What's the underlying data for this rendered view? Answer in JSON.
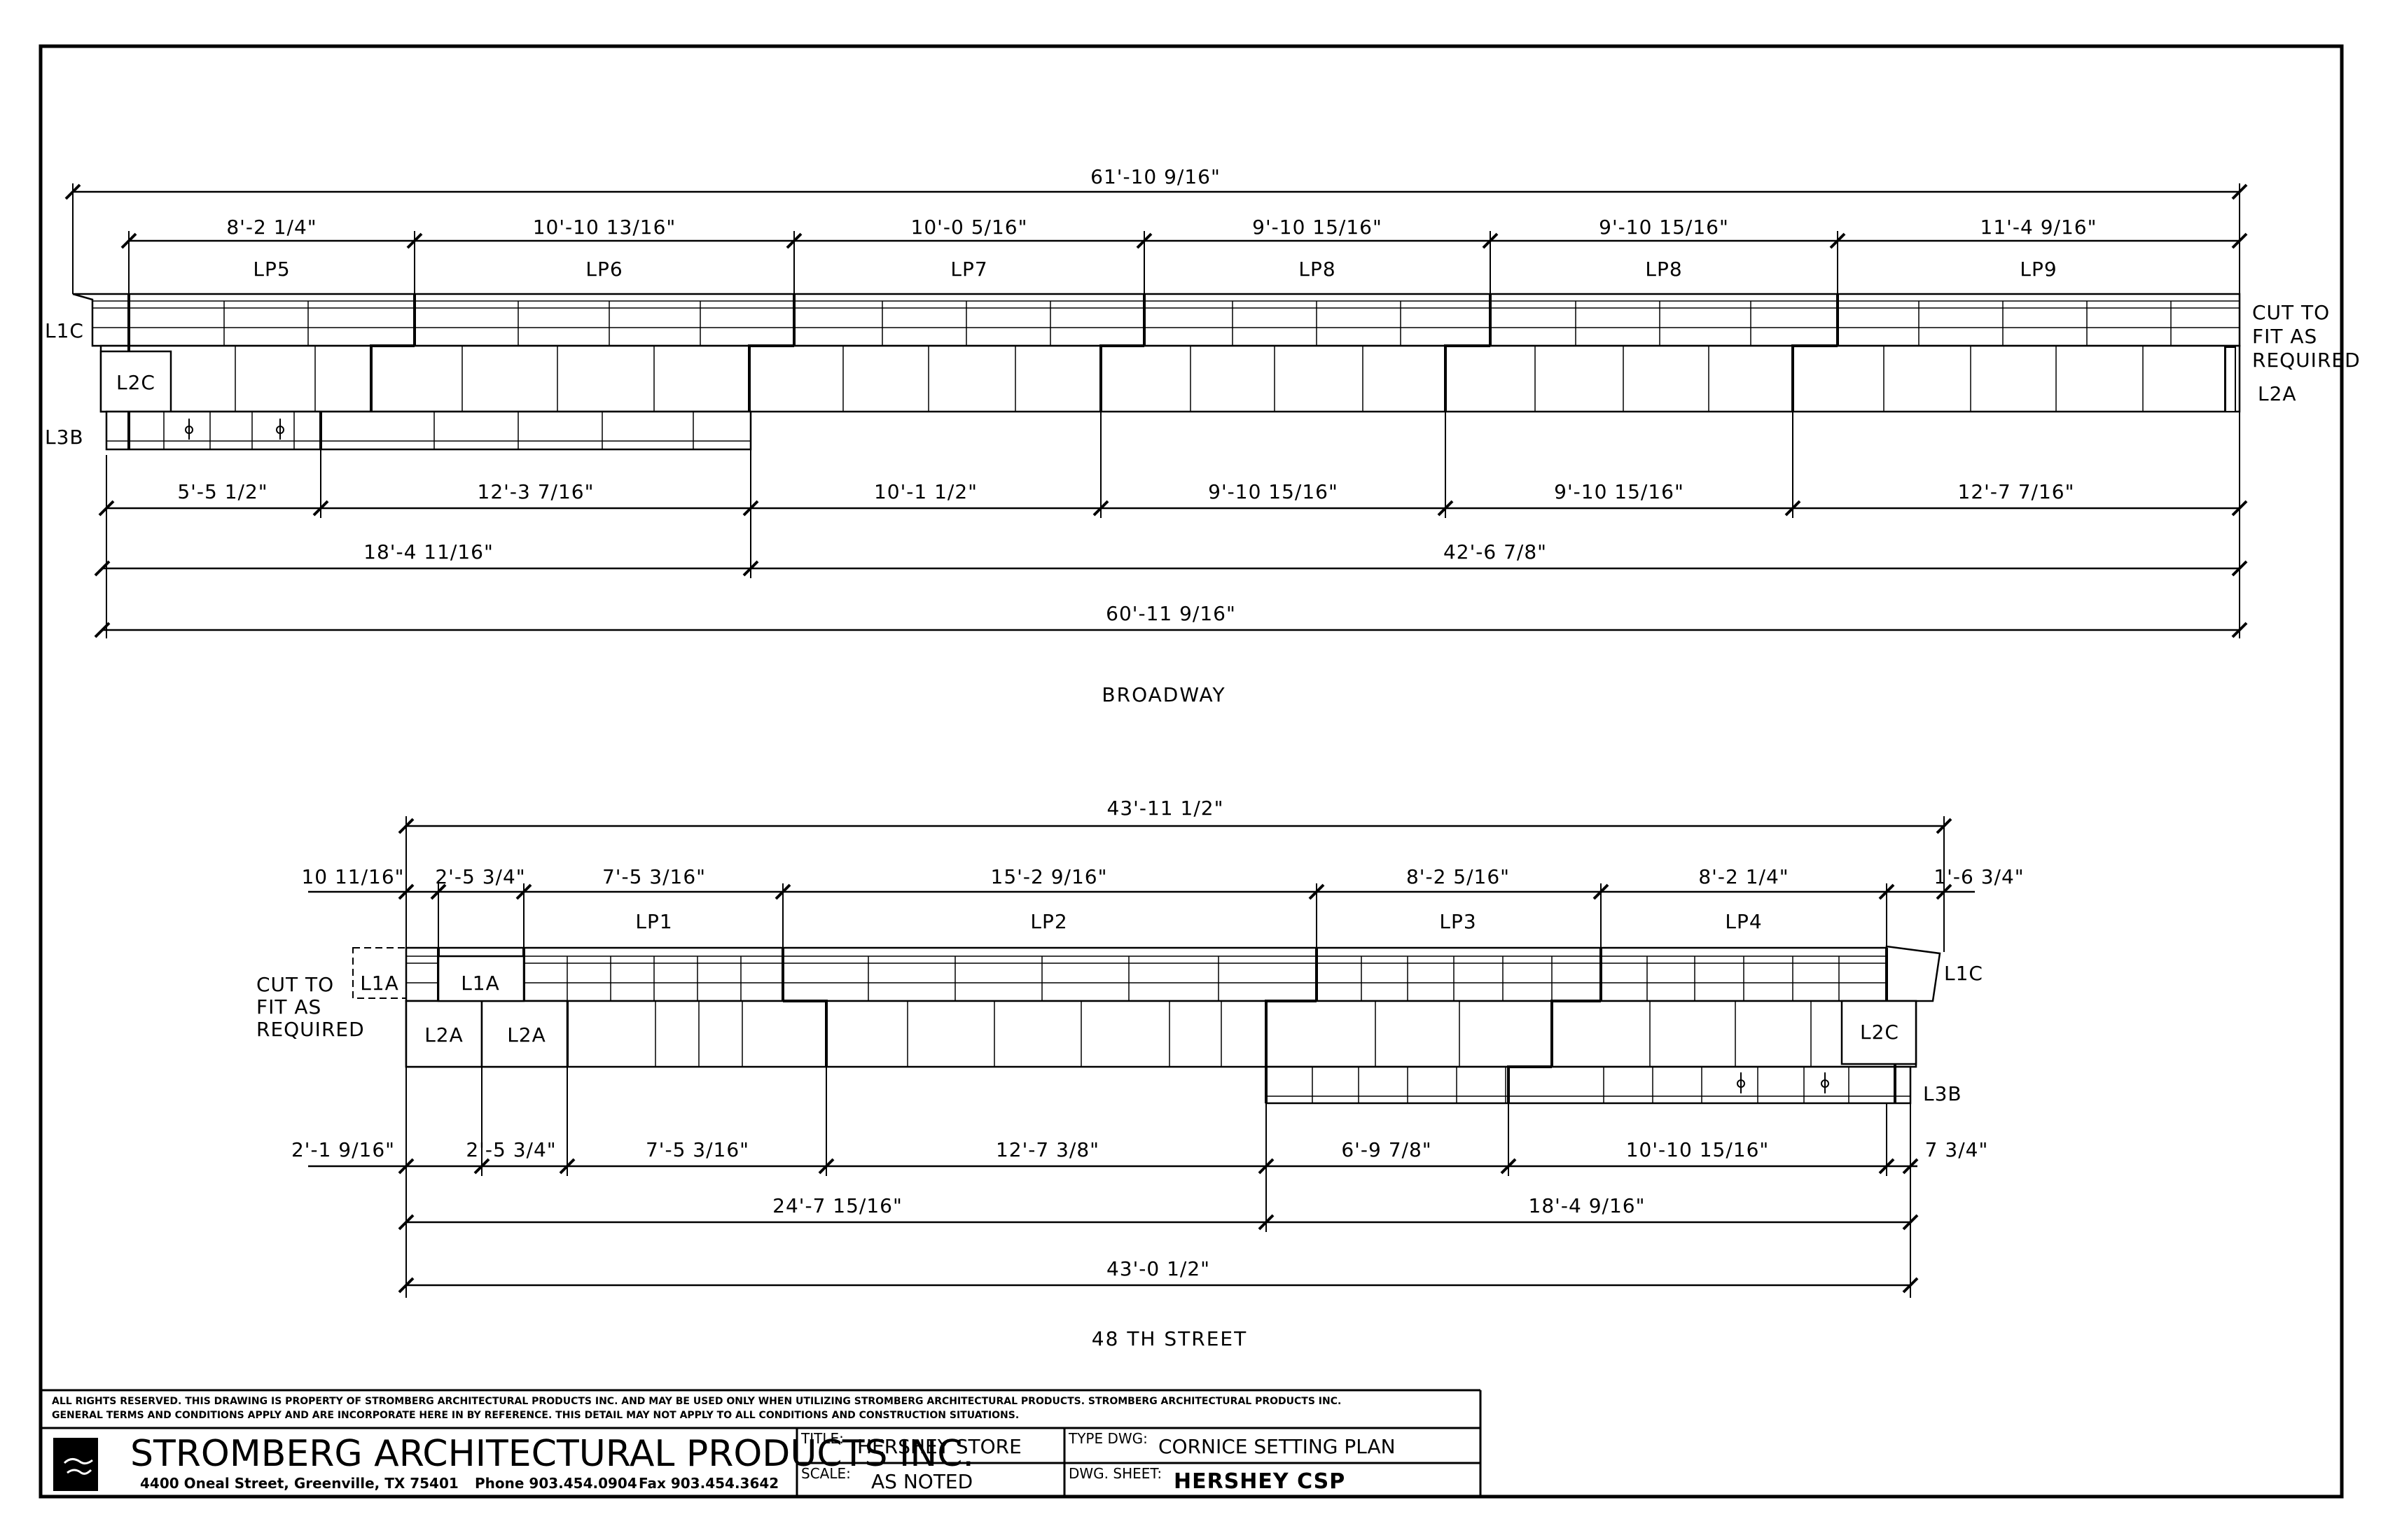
{
  "broadway": {
    "view_title": "BROADWAY",
    "overall_top": "61'-10 9/16\"",
    "top_dims": [
      "8'-2 1/4\"",
      "10'-10 13/16\"",
      "10'-0 5/16\"",
      "9'-10 15/16\"",
      "9'-10 15/16\"",
      "11'-4 9/16\""
    ],
    "panels": [
      "LP5",
      "LP6",
      "LP7",
      "LP8",
      "LP8",
      "LP9"
    ],
    "bottom_dims": [
      "5'-5 1/2\"",
      "12'-3 7/16\"",
      "10'-1 1/2\"",
      "9'-10 15/16\"",
      "9'-10 15/16\"",
      "12'-7 7/16\""
    ],
    "sub_dims": [
      "18'-4 11/16\"",
      "42'-6 7/8\""
    ],
    "overall_bottom": "60'-11 9/16\"",
    "labels": {
      "l1c": "L1C",
      "l3b": "L3B",
      "l2c": "L2C",
      "l2a": "L2A",
      "note_line1": "CUT TO",
      "note_line2": "FIT AS",
      "note_line3": "REQUIRED"
    }
  },
  "street": {
    "view_title": "48 TH STREET",
    "overall_top": "43'-11 1/2\"",
    "top_dims": [
      "10 11/16\"",
      "2'-5 3/4\"",
      "7'-5 3/16\"",
      "15'-2 9/16\"",
      "8'-2 5/16\"",
      "8'-2 1/4\"",
      "1'-6 3/4\""
    ],
    "panels": [
      "LP1",
      "LP2",
      "LP3",
      "LP4"
    ],
    "bottom_dims": [
      "2'-1 9/16\"",
      "2'-5 3/4\"",
      "7'-5 3/16\"",
      "12'-7 3/8\"",
      "6'-9 7/8\"",
      "10'-10 15/16\"",
      "7 3/4\""
    ],
    "sub_dims": [
      "24'-7 15/16\"",
      "18'-4 9/16\""
    ],
    "overall_bottom": "43'-0 1/2\"",
    "labels": {
      "l1a_left": "L1A",
      "l1a": "L1A",
      "l2a_1": "L2A",
      "l2a_2": "L2A",
      "l2c": "L2C",
      "l1c": "L1C",
      "l3b": "L3B",
      "note_line1": "CUT TO",
      "note_line2": "FIT AS",
      "note_line3": "REQUIRED"
    }
  },
  "title_block": {
    "notice_line1": "ALL RIGHTS RESERVED. THIS DRAWING IS PROPERTY OF STROMBERG ARCHITECTURAL PRODUCTS INC. AND MAY BE USED ONLY WHEN UTILIZING STROMBERG ARCHITECTURAL PRODUCTS.  STROMBERG ARCHITECTURAL PRODUCTS INC.",
    "notice_line2": "GENERAL TERMS AND CONDITIONS APPLY AND ARE INCORPORATE HERE IN BY REFERENCE.  THIS DETAIL MAY NOT APPLY TO ALL CONDITIONS AND CONSTRUCTION SITUATIONS.",
    "company": "STROMBERG ARCHITECTURAL PRODUCTS INC.",
    "address": "4400 Oneal Street, Greenville, TX  75401",
    "phone": "Phone 903.454.0904",
    "fax": "Fax 903.454.3642",
    "title_key": "TITLE:",
    "title_value": "HERSHEY STORE",
    "scale_key": "SCALE:",
    "scale_value": "AS NOTED",
    "type_key": "TYPE DWG:",
    "type_value": "CORNICE SETTING PLAN",
    "sheet_key": "DWG. SHEET:",
    "sheet_value": "HERSHEY CSP"
  }
}
